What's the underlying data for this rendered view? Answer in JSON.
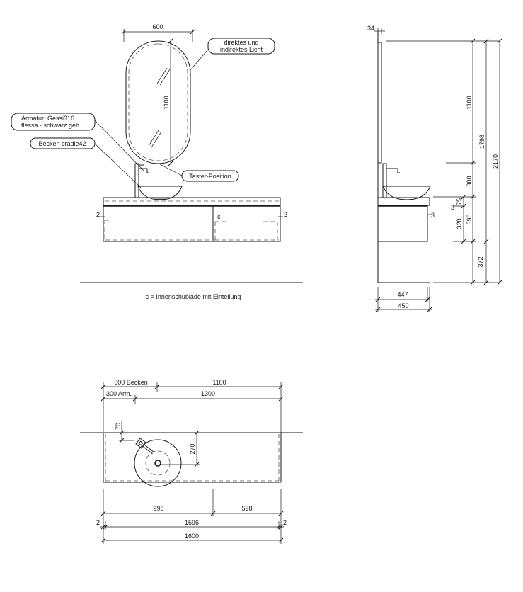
{
  "callouts": {
    "light": [
      "direktes und",
      "indirektes Licht"
    ],
    "faucet": [
      "Armatur: Gessi316",
      "flessa - schwarz geb."
    ],
    "basin": "Becken cradle42",
    "button": "Taster-Position"
  },
  "notes": {
    "drawer_mark": "c",
    "legend": "c = Innenschublade mit Einteilung"
  },
  "front_view": {
    "mirror_width": "600",
    "mirror_height": "1100",
    "gap_left": "2",
    "gap_right": "2"
  },
  "side_view": {
    "mirror_depth": "34",
    "h_1100": "1100",
    "h_1798": "1798",
    "h_2170": "2170",
    "h_300": "300",
    "h_75": "75",
    "h_3a": "3",
    "h_3b": "3",
    "h_320": "320",
    "h_398": "398",
    "h_372": "372",
    "depth_447": "447",
    "depth_450": "450"
  },
  "plan_view": {
    "basin_pos": "500 Becken",
    "d_1100": "1100",
    "faucet_pos": "300 Arm.",
    "d_1300": "1300",
    "d_70": "70",
    "d_270": "270",
    "d_998": "998",
    "d_598": "598",
    "gap_left": "2",
    "gap_right": "2",
    "d_1596": "1596",
    "d_1600": "1600"
  }
}
